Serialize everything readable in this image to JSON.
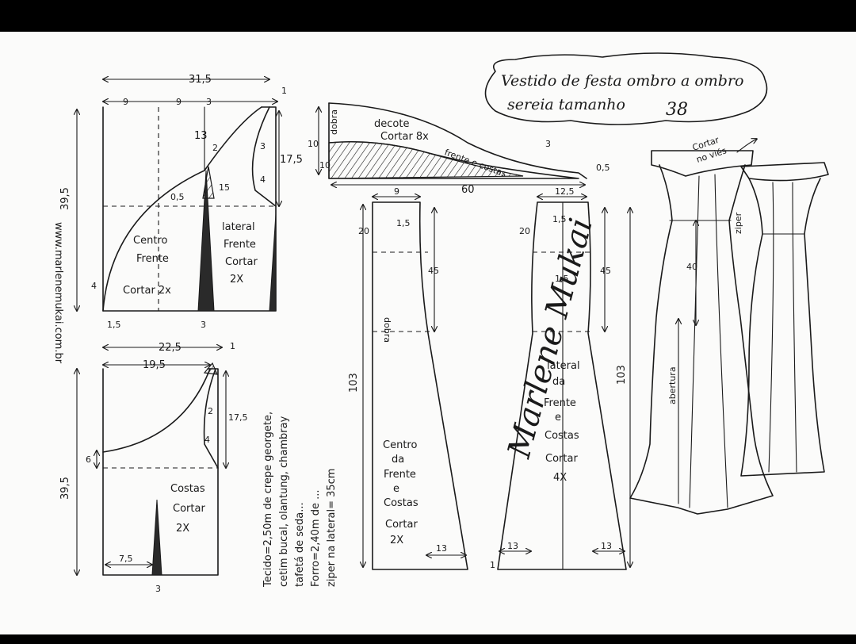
{
  "title": {
    "line1": "Vestido de festa ombro a ombro",
    "line2": "sereia tamanho",
    "size": "38"
  },
  "website": "www.marlenemukai.com.br",
  "signature": "Marlene Mukai",
  "front_bodice": {
    "total_width": "31,5",
    "seg1": "9",
    "seg2": "9",
    "seg3": "3",
    "height": "39,5",
    "depth": "13",
    "piece1": [
      "Centro",
      "Frente",
      "Cortar 2x"
    ],
    "piece2": [
      "lateral",
      "Frente",
      "Cortar",
      "2X"
    ],
    "m_2": "2",
    "m_15": "15",
    "m_05": "0,5",
    "m_4": "4",
    "m_15b": "1,5",
    "m_3a": "3",
    "m_175": "17,5",
    "m_3b": "3",
    "m_4b": "4",
    "m_1": "1"
  },
  "back_bodice": {
    "total_width": "22,5",
    "seg1": "19,5",
    "height": "39,5",
    "m_6": "6",
    "m_75": "7,5",
    "m_175": "17,5",
    "m_2": "2",
    "m_4": "4",
    "m_3": "3",
    "m_1": "1",
    "piece": [
      "Costas",
      "Cortar",
      "2X"
    ]
  },
  "fabric_note": [
    "Tecido=2,50m de crepe georgete,",
    "cetim bucal, olantung, chambray",
    "tafetá de seda...",
    "Forro=2,40m de ...",
    "ziper na lateral= 35cm"
  ],
  "neckline": {
    "label1": "decote",
    "label2": "Cortar 8x",
    "label3": "frente e costas",
    "fold": "dobra",
    "width": "60",
    "h1": "10",
    "h2": "10",
    "m_3": "3",
    "m_05": "0,5"
  },
  "center_skirt": {
    "top": "9",
    "m_15": "1,5",
    "m_20": "20",
    "m_45": "45",
    "length": "103",
    "hem": "13",
    "fold": "dobra",
    "piece": [
      "Centro",
      "da",
      "Frente",
      "e",
      "Costas",
      "Cortar",
      "2X"
    ]
  },
  "side_skirt": {
    "top": "12,5",
    "m_15": "1,5",
    "m_20": "20",
    "m_45": "45",
    "m_15b": "1,5",
    "length": "103",
    "hem_left": "13",
    "hem_right": "13",
    "m_1": "1",
    "piece": [
      "lateral",
      "da",
      "Frente",
      "e",
      "Costas",
      "Cortar",
      "4X"
    ]
  },
  "dress": {
    "bias_note1": "Cortar",
    "bias_note2": "no viés",
    "zipper": "ziper",
    "m_40": "40",
    "slit": "abertura"
  }
}
